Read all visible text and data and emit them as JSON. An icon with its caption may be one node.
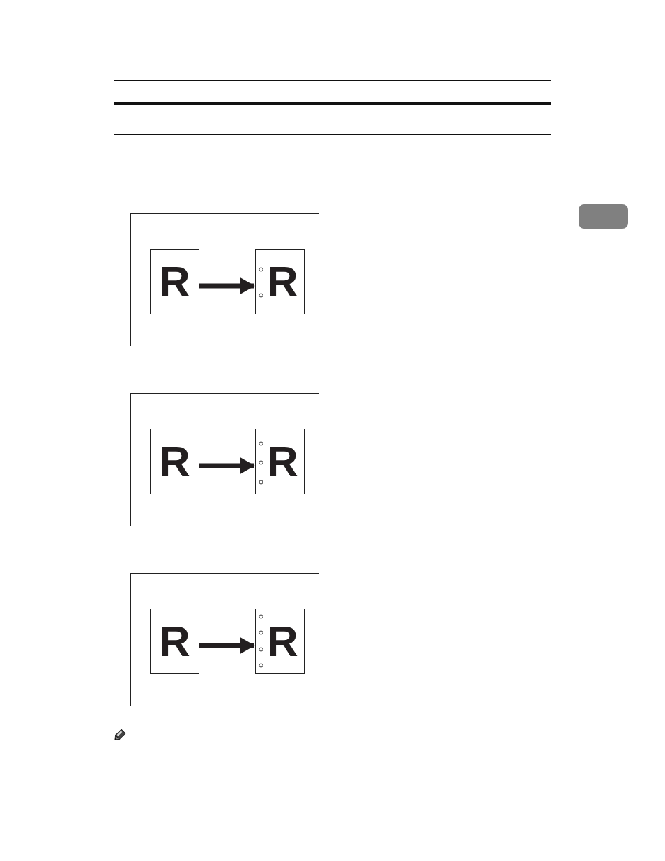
{
  "diagram": {
    "nodes": [
      {
        "text": [],
        "shape": "box"
      },
      {
        "text": [
          "R"
        ],
        "in": 0
      },
      {
        "text": [
          "R"
        ],
        "in": 0
      },
      {
        "text": [],
        "shape": "box"
      },
      {
        "text": [
          "R"
        ],
        "in": 3
      },
      {
        "text": [
          "R"
        ],
        "in": 3
      },
      {
        "text": [],
        "shape": "box"
      },
      {
        "text": [
          "R"
        ],
        "in": 6
      },
      {
        "text": [
          "R"
        ],
        "in": 6
      }
    ],
    "edges": [
      {
        "from": 1,
        "to": 2,
        "arrow": "to"
      },
      {
        "from": 4,
        "to": 5,
        "arrow": "to"
      },
      {
        "from": 7,
        "to": 8,
        "arrow": "to"
      }
    ]
  }
}
